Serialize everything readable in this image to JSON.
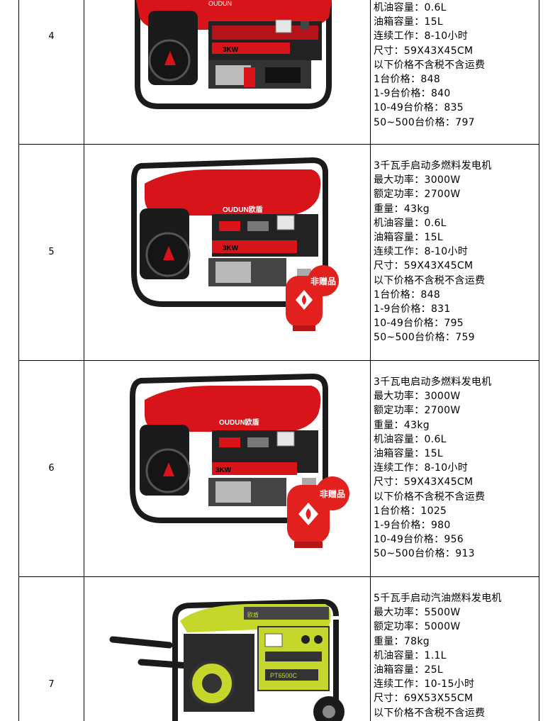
{
  "rows": [
    {
      "index": "4",
      "specs": [
        "机油容量：0.6L",
        "油箱容量：15L",
        "连续工作：8-10小时",
        "尺寸：59X43X45CM",
        "以下价格不含税不含运费",
        "1台价格：848",
        "1-9台价格：840",
        "10-49台价格：835",
        "50~500台价格：797"
      ],
      "image": {
        "brand": "OUDUN",
        "rating": "3KW"
      }
    },
    {
      "index": "5",
      "specs": [
        "3千瓦手启动多燃料发电机",
        "最大功率：3000W",
        "额定功率：2700W",
        "重量：43kg",
        "机油容量：0.6L",
        "油箱容量：15L",
        "连续工作：8-10小时",
        "尺寸：59X43X45CM",
        "以下价格不含税不含运费",
        "1台价格：848",
        "1-9台价格：831",
        "10-49台价格：795",
        "50~500台价格：759"
      ],
      "image": {
        "brand": "OUDUN欧盾",
        "rating": "3KW",
        "badge": "非赠品"
      }
    },
    {
      "index": "6",
      "specs": [
        "3千瓦电启动多燃料发电机",
        "最大功率：3000W",
        "额定功率：2700W",
        "重量：43kg",
        "机油容量：0.6L",
        "油箱容量：15L",
        "连续工作：8-10小时",
        "尺寸：59X43X45CM",
        "以下价格不含税不含运费",
        "1台价格：1025",
        "1-9台价格：980",
        "10-49台价格：956",
        "50~500台价格：913"
      ],
      "image": {
        "brand": "OUDUN欧盾",
        "rating": "3KW",
        "badge": "非赠品"
      }
    },
    {
      "index": "7",
      "specs": [
        "5千瓦手启动汽油燃料发电机",
        "最大功率：5500W",
        "额定功率：5000W",
        "重量：78kg",
        "机油容量：1.1L",
        "油箱容量：25L",
        "连续工作：10-15小时",
        "尺寸：69X53X55CM",
        "以下价格不含税不含运费"
      ],
      "image": {
        "brand": "欧盾",
        "model": "PT6500C"
      }
    }
  ],
  "colors": {
    "generator_red": "#d8141b",
    "generator_green": "#c4d72a",
    "frame": "#1b1b1b"
  }
}
